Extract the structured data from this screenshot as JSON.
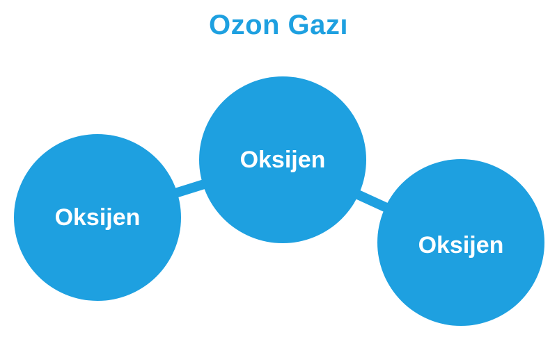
{
  "title": "Ozon Gazı",
  "atoms": [
    {
      "label": "Oksijen"
    },
    {
      "label": "Oksijen"
    },
    {
      "label": "Oksijen"
    }
  ],
  "colors": {
    "title": "#1EA0E0",
    "atom_fill": "#1EA0E0",
    "bond": "#1EA0E0",
    "atom_text": "#FFFFFF",
    "background": "#FFFFFF"
  }
}
